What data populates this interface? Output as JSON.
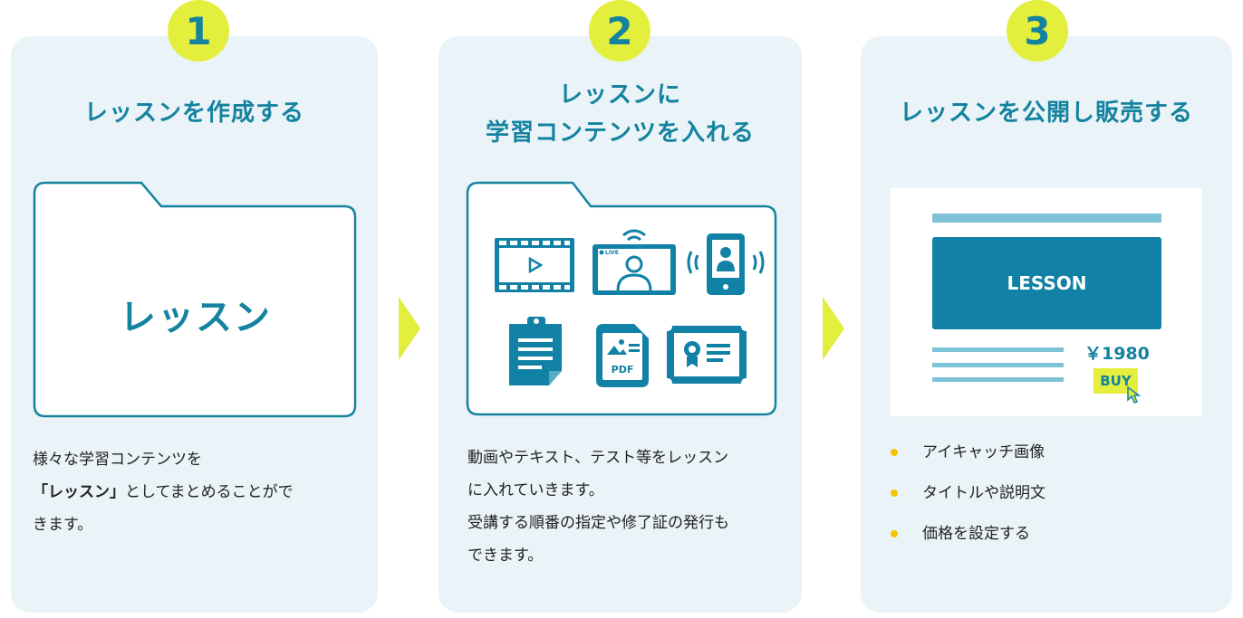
{
  "steps": [
    {
      "number": "1",
      "title": "レッスンを作成する",
      "folder_label": "レッスン",
      "desc": {
        "line1": "様々な学習コンテンツを",
        "line2_bold": "「レッスン」",
        "line2_rest": "としてまとめることがで",
        "line3": "きます。"
      }
    },
    {
      "number": "2",
      "title_line1": "レッスンに",
      "title_line2": "学習コンテンツを入れる",
      "icons": [
        "video-icon",
        "live-stream-icon",
        "mobile-contact-icon",
        "clipboard-icon",
        "pdf-icon",
        "certificate-icon"
      ],
      "live_badge": "LIVE",
      "pdf_label": "PDF",
      "desc": {
        "line1": "動画やテキスト、テスト等をレッスン",
        "line2": "に入れていきます。",
        "line3": "受講する順番の指定や修了証の発行も",
        "line4": "できます。"
      }
    },
    {
      "number": "3",
      "title": "レッスンを公開し販売する",
      "preview": {
        "lesson_label": "LESSON",
        "price": "￥1980",
        "buy_label": "BUY"
      },
      "bullets": [
        "アイキャッチ画像",
        "タイトルや説明文",
        "価格を設定する"
      ]
    }
  ],
  "colors": {
    "accent": "#14839f",
    "badge": "#e3ee3d",
    "card": "#eaf3f7",
    "bullet": "#f5c400"
  }
}
